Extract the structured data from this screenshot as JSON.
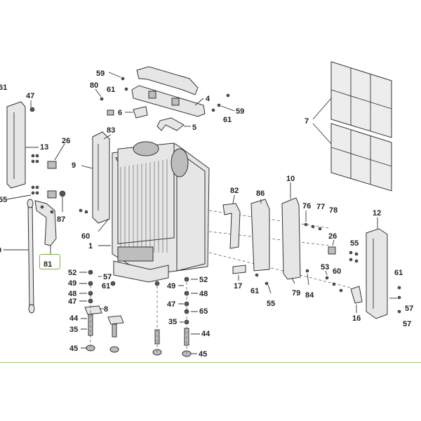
{
  "colors": {
    "highlight": "#7cb342",
    "rule": "#9ccc65",
    "line": "#333333"
  },
  "highlighted_callout": "81",
  "callouts": {
    "c61a": "61",
    "c47a": "47",
    "c13": "13",
    "c26a": "26",
    "c55a": "55",
    "c87": "87",
    "c0": "0",
    "c81": "81",
    "c59a": "59",
    "c80": "80",
    "c61b": "61",
    "c6": "6",
    "c83": "83",
    "c4": "4",
    "c59b": "59",
    "c61c": "61",
    "c5": "5",
    "c9": "9",
    "c60a": "60",
    "c1": "1",
    "c7": "7",
    "c82": "82",
    "c86": "86",
    "c10": "10",
    "c76": "76",
    "c77": "77",
    "c78": "78",
    "c12": "12",
    "c26b": "26",
    "c55b": "55",
    "c53": "53",
    "c60b": "60",
    "c61d": "61",
    "c17": "17",
    "c61e": "61",
    "c55c": "55",
    "c79": "79",
    "c84": "84",
    "c16": "16",
    "c57a": "57",
    "c57b": "57",
    "c52a": "52",
    "c57c": "57",
    "c49a": "49",
    "c61f": "61",
    "c48a": "48",
    "c47b": "47",
    "c8": "8",
    "c44a": "44",
    "c35a": "35",
    "c45a": "45",
    "c49b": "49",
    "c52b": "52",
    "c48b": "48",
    "c47c": "47",
    "c65": "65",
    "c35b": "35",
    "c44b": "44",
    "c45b": "45"
  }
}
